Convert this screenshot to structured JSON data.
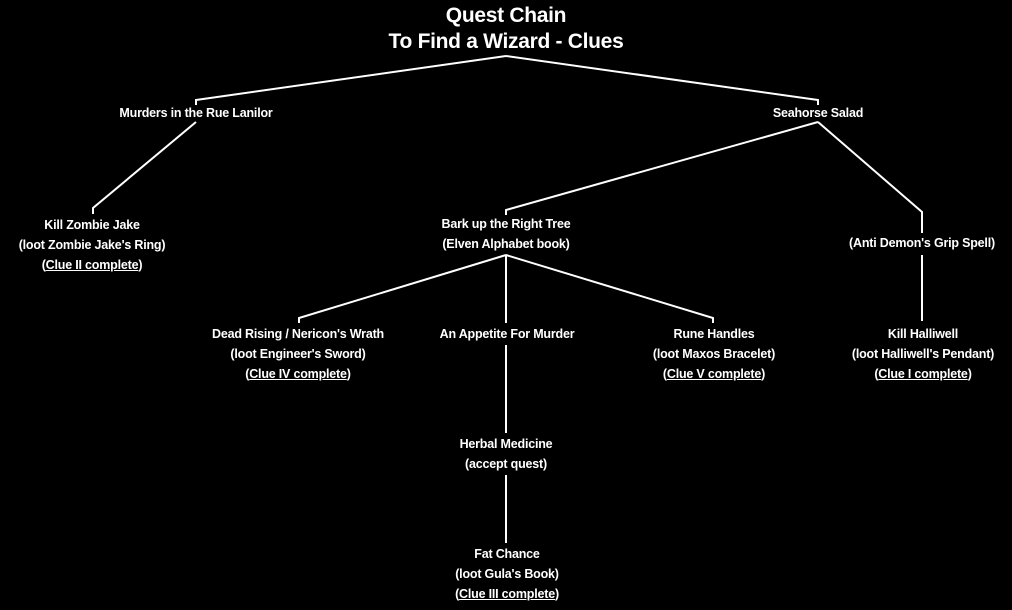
{
  "title": {
    "line1": "Quest Chain",
    "line2": "To Find a Wizard - Clues"
  },
  "nodes": {
    "murders": {
      "name": "Murders in the Rue Lanilor"
    },
    "seahorse": {
      "name": "Seahorse Salad"
    },
    "zombie": {
      "name": "Kill Zombie Jake",
      "detail": "(loot Zombie Jake's Ring)",
      "clue": "Clue II complete"
    },
    "bark": {
      "name": "Bark up the Right Tree",
      "detail": "(Elven Alphabet book)"
    },
    "antidemon": {
      "name": "(Anti Demon's Grip Spell)"
    },
    "dead": {
      "name": "Dead Rising / Nericon's Wrath",
      "detail": "(loot Engineer's Sword)",
      "clue": "Clue IV complete"
    },
    "appetite": {
      "name": "An Appetite For Murder"
    },
    "rune": {
      "name": "Rune Handles",
      "detail": "(loot Maxos Bracelet)",
      "clue": "Clue V complete"
    },
    "halliwell": {
      "name": "Kill Halliwell",
      "detail": "(loot Halliwell's Pendant)",
      "clue": "Clue I complete"
    },
    "herbal": {
      "name": "Herbal Medicine",
      "detail": "(accept quest)"
    },
    "fat": {
      "name": "Fat Chance",
      "detail": "(loot Gula's Book)",
      "clue": "Clue III complete"
    }
  },
  "paren_open": "(",
  "paren_close": ")"
}
